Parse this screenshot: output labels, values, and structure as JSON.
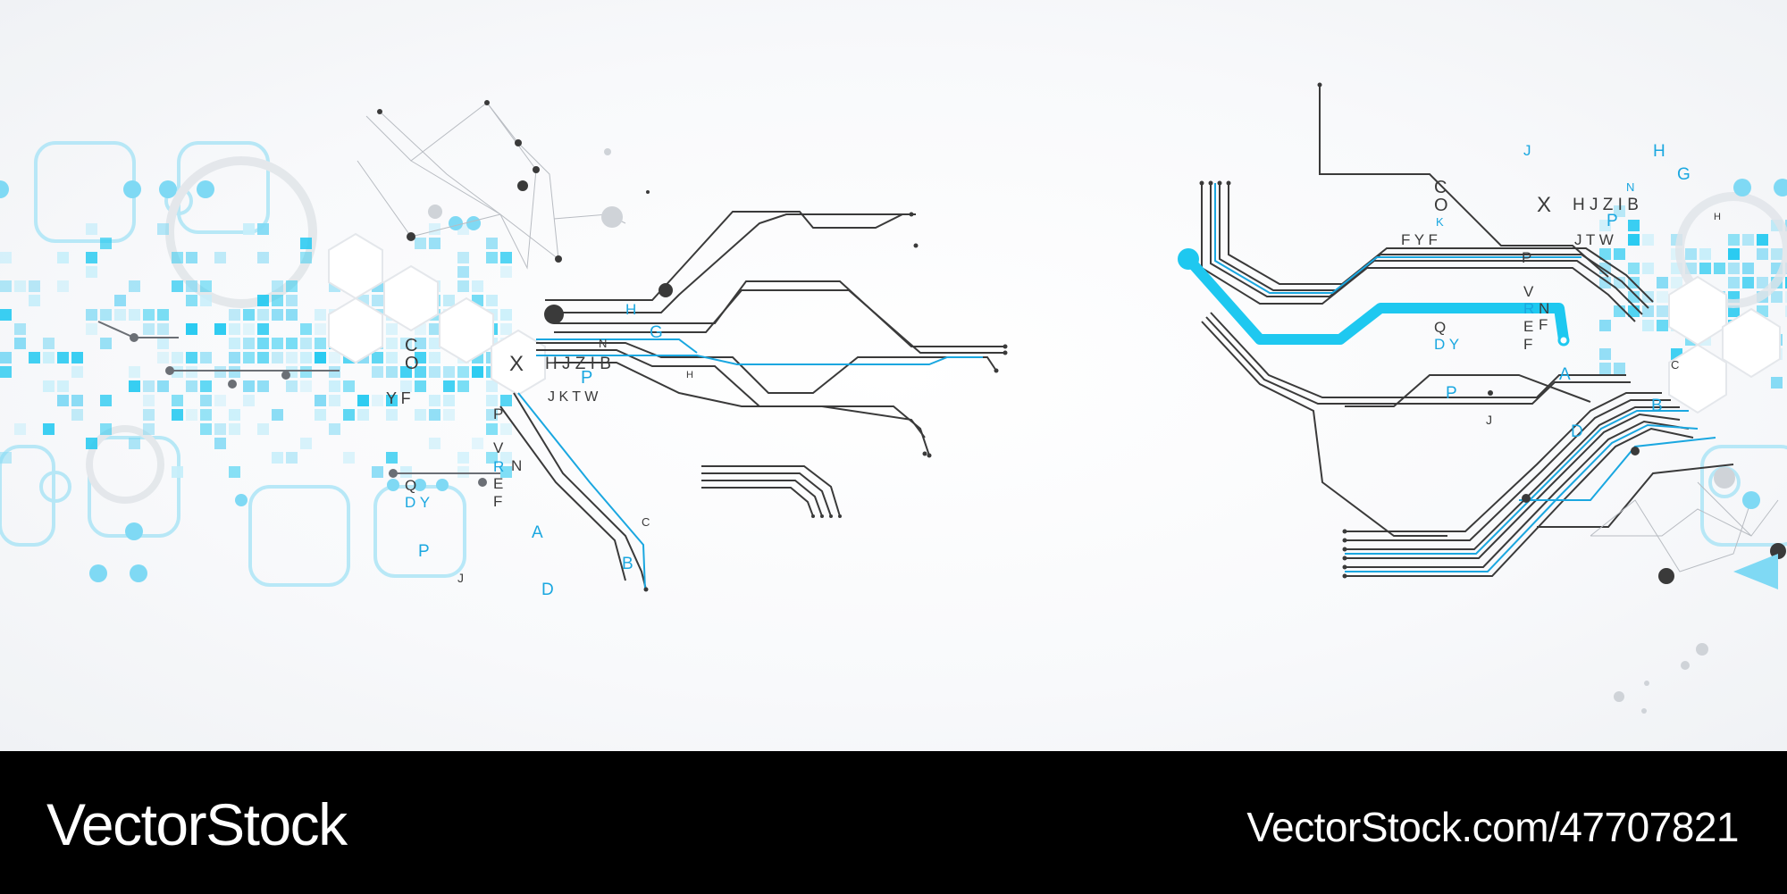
{
  "colors": {
    "accent": "#1ec8f0",
    "accent_dark": "#1aa7e0",
    "trace": "#3a3a3a",
    "footer_bg": "#000000",
    "footer_text": "#ffffff"
  },
  "footer": {
    "brand": "VectorStock",
    "url": "VectorStock.com/47707821"
  },
  "artwork": {
    "left_cluster": {
      "row_1": "C",
      "row_2": "O",
      "row_3": "Y F",
      "letter_x": "X",
      "row_hjzib": "H J Z I B",
      "row_jtw": "J K T W",
      "letter_p": "P",
      "letter_v": "V",
      "letter_r": "R",
      "letter_n": "N",
      "letter_e": "E",
      "letter_f": "F",
      "letter_q": "Q",
      "row_dy": "D Y",
      "letter_h": "H",
      "letter_g": "G",
      "letter_a": "A",
      "letter_b": "B",
      "letter_d": "D",
      "letter_j": "J",
      "letter_c": "C",
      "letter_p2": "P"
    },
    "right_cluster": {
      "col_c": "C",
      "col_o": "O",
      "col_k": "K",
      "row_fyf": "F Y F",
      "letter_x": "X",
      "row_hjzib": "H J Z I B",
      "row_jtw": "J T W",
      "letter_p": "P",
      "letter_v": "V",
      "letter_r": "R",
      "letter_n": "N",
      "letter_e": "E",
      "letter_f": "F",
      "letter_f2": "F",
      "letter_q": "Q",
      "row_dy": "D Y",
      "letter_j": "J",
      "letter_h": "H",
      "letter_g": "G",
      "letter_a": "A",
      "letter_b": "B",
      "letter_d": "D",
      "letter_p2": "P",
      "letter_j2": "J",
      "letter_c": "C"
    }
  }
}
